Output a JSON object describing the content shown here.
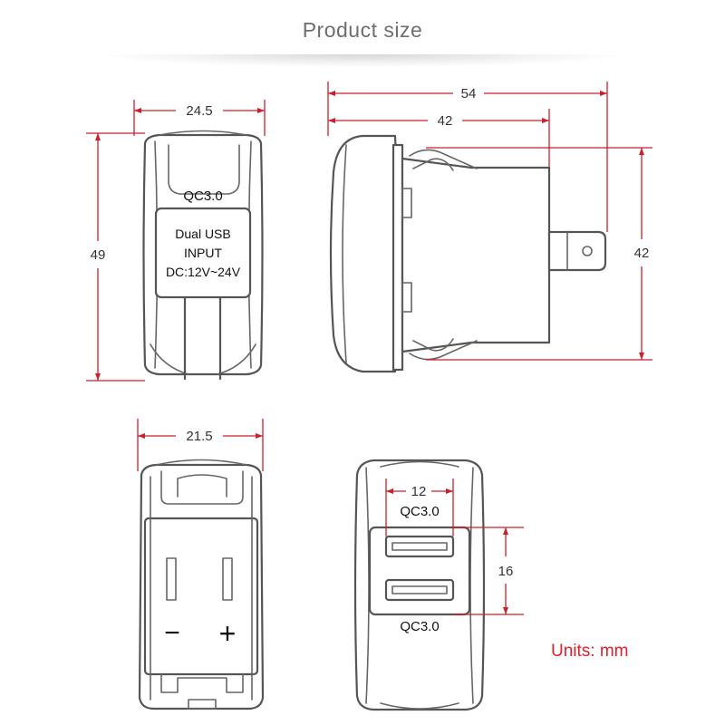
{
  "title": "Product size",
  "units_label": "Units: mm",
  "front_view": {
    "width_label": "24.5",
    "height_label": "49",
    "qc_label": "QC3.0",
    "label_line1": "Dual USB",
    "label_line2": "INPUT",
    "label_line3": "DC:12V~24V"
  },
  "side_view": {
    "total_length_label": "54",
    "body_length_label": "42",
    "height_label": "42"
  },
  "back_view": {
    "width_label": "21.5",
    "minus_symbol": "−",
    "plus_symbol": "+"
  },
  "port_view": {
    "port_width_label": "12",
    "ports_height_label": "16",
    "qc_top_label": "QC3.0",
    "qc_bottom_label": "QC3.0"
  },
  "colors": {
    "dimension_line": "#cc1f2b",
    "outline": "#555555",
    "units_text": "#e0202a",
    "title_text": "#6e6e6e"
  }
}
